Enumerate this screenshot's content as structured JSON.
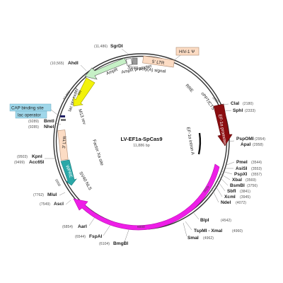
{
  "plasmid": {
    "name": "LV-EF1a-SpCas9",
    "size": "11,886 bp",
    "ticks": [
      "2000",
      "4000",
      "6000",
      "8000",
      "10,000"
    ]
  },
  "features": [
    {
      "id": "ltr5",
      "label": "5' LTR",
      "color": "#fcdcc4"
    },
    {
      "id": "hiv",
      "label": "HIV-1 Ψ",
      "color": "#fcdcc4"
    },
    {
      "id": "rre",
      "label": "RRE",
      "color": "#ffffff"
    },
    {
      "id": "cppt",
      "label": "cPPT/CTS",
      "color": "#ffffff"
    },
    {
      "id": "ef1a",
      "label": "EF-1α promoter",
      "color": "#8b0d10"
    },
    {
      "id": "intron",
      "label": "EF-1α intron A",
      "color": "#111111"
    },
    {
      "id": "cas9",
      "label": "Cas9",
      "color": "#ee1ee7"
    },
    {
      "id": "nls",
      "label": "SV40 NLS",
      "color": "#ffffff"
    },
    {
      "id": "wpre",
      "label": "WPRE",
      "color": "#2aa8a8"
    },
    {
      "id": "factorxa",
      "label": "Factor Xa site",
      "color": "#ffffff"
    },
    {
      "id": "ltr3",
      "label": "3' LTR",
      "color": "#fcdcc4"
    },
    {
      "id": "m13",
      "label": "M13 rev",
      "color": "#ffffff"
    },
    {
      "id": "lacop",
      "label": "lac operator",
      "color": "#ffffff"
    },
    {
      "id": "lacprom",
      "label": "lac promoter",
      "color": "#ffffff"
    },
    {
      "id": "cap",
      "label": "CAP binding site",
      "color": "#ffffff"
    },
    {
      "id": "ori",
      "label": "ori",
      "color": "#f2f20a"
    },
    {
      "id": "ampr",
      "label": "AmpR",
      "color": "#c6f0c6"
    },
    {
      "id": "amprprom",
      "label": "AmpR promoter",
      "color": "#ffffff"
    },
    {
      "id": "sv40pa",
      "label": "SV40 poly(A) signal",
      "color": "#ffffff"
    }
  ],
  "boxed_labels": [
    "CAP binding site",
    "lac operator"
  ],
  "sites": [
    {
      "name": "SgrDI",
      "pos": "(11,486)"
    },
    {
      "name": "AhdI",
      "pos": "(10,565)"
    },
    {
      "name": "ClaI",
      "pos": "(2180)"
    },
    {
      "name": "SphI",
      "pos": "(2333)"
    },
    {
      "name": "BmtI",
      "pos": "(9289)"
    },
    {
      "name": "NheI",
      "pos": "(9285)"
    },
    {
      "name": "PspOMI",
      "pos": "(2954)"
    },
    {
      "name": "ApaI",
      "pos": "(2958)"
    },
    {
      "name": "KpnI",
      "pos": "(9503)"
    },
    {
      "name": "Acc65I",
      "pos": "(9499)"
    },
    {
      "name": "PmeI",
      "pos": "(3544)"
    },
    {
      "name": "AsiSI",
      "pos": "(3553)"
    },
    {
      "name": "PspXI",
      "pos": "(3557)"
    },
    {
      "name": "XbaI",
      "pos": "(3569)"
    },
    {
      "name": "BsmBI",
      "pos": "(3756)"
    },
    {
      "name": "SbfI",
      "pos": "(3841)"
    },
    {
      "name": "XcmI",
      "pos": "(3945)"
    },
    {
      "name": "NdeI",
      "pos": "(4072)"
    },
    {
      "name": "MluI",
      "pos": "(7762)"
    },
    {
      "name": "AscI",
      "pos": "(7549)"
    },
    {
      "name": "BlpI",
      "pos": "(4542)"
    },
    {
      "name": "AarI",
      "pos": "(6854)"
    },
    {
      "name": "TspMI - XmaI",
      "pos": "(4960)"
    },
    {
      "name": "SmaI",
      "pos": "(4962)"
    },
    {
      "name": "FspAI",
      "pos": "(6544)"
    },
    {
      "name": "BmgBI",
      "pos": "(6104)"
    }
  ]
}
